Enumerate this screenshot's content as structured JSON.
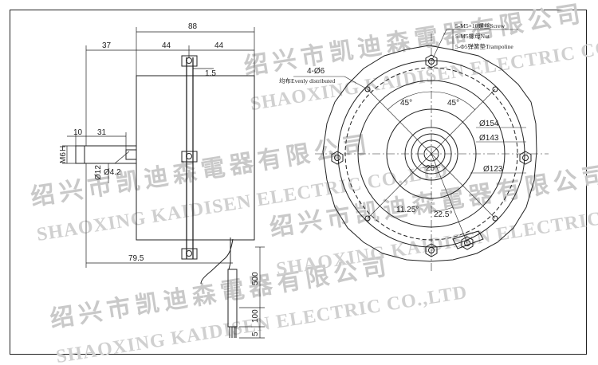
{
  "watermark": {
    "company_cn": "绍兴市凯迪森電器有限公司",
    "company_en": "SHAOXING KAIDISEN ELECTRIC CO.,LTD"
  },
  "side_view": {
    "dims": {
      "overall_width": "88",
      "shaft_offset": "37",
      "half_left": "44",
      "half_right": "44",
      "flange_thickness": "1.5",
      "shaft_tip": "10",
      "shaft_length": "31",
      "thread": "M6",
      "thread_len": "H",
      "shaft_dia": "Ø12",
      "hole_dia": "Ø4.2",
      "body_length": "79.5",
      "lead_length": "500",
      "sleeve_length": "100",
      "strip_length": "5"
    }
  },
  "front_view": {
    "notes": {
      "screw": "5-M5×10螺丝Screw",
      "nut": "5-M5螺母Nut",
      "washer": "5-Φ5弹簧垫Trampoline"
    },
    "hole_label": "4-Ø6",
    "hole_note": "均布Evenly distributed",
    "dims": {
      "angle_left": "45°",
      "angle_right": "45°",
      "dia_154": "Ø154",
      "dia_143": "Ø143",
      "dia_123": "Ø123",
      "center_dim": "25",
      "angle_small": "11.25°",
      "angle_mid": "22.5°"
    }
  }
}
